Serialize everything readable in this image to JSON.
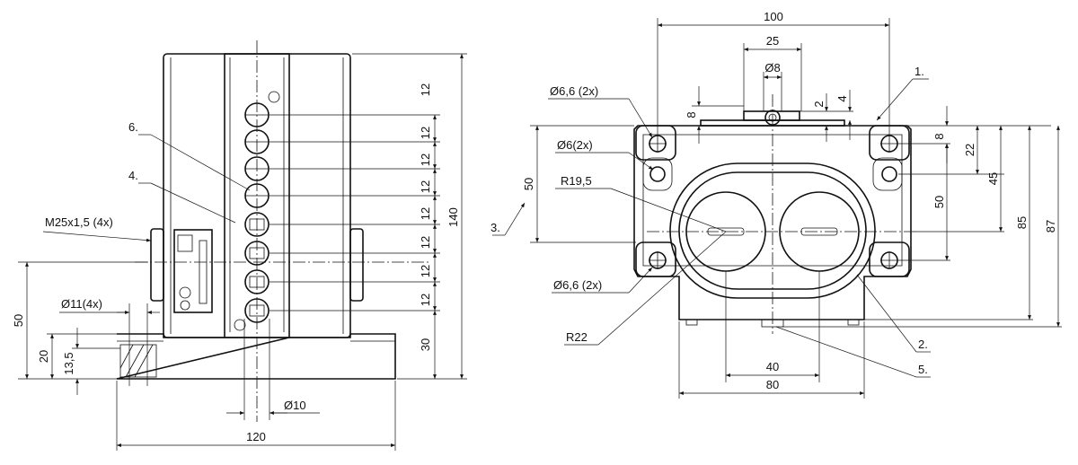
{
  "dimensions_left": {
    "width_120": "120",
    "height_140": "140",
    "height_30": "30",
    "height_50": "50",
    "height_20": "20",
    "height_13_5": "13,5",
    "dia_10": "Ø10",
    "dia_11_4x": "Ø11(4x)",
    "thread": "M25x1,5 (4x)",
    "spacing": [
      "12",
      "12",
      "12",
      "12",
      "12",
      "12",
      "12",
      "12"
    ]
  },
  "dimensions_right": {
    "width_100": "100",
    "width_25": "25",
    "dia_8": "Ø8",
    "dim_2": "2",
    "dim_4": "4",
    "dim_8_top": "8",
    "dim_8_right": "8",
    "dim_22": "22",
    "dim_45": "45",
    "dim_50_right": "50",
    "dim_85": "85",
    "dim_87": "87",
    "dim_50_left": "50",
    "width_40": "40",
    "width_80": "80",
    "hole_66_top": "Ø6,6 (2x)",
    "hole_6": "Ø6(2x)",
    "radius_195": "R19,5",
    "hole_66_bottom": "Ø6,6 (2x)",
    "radius_22": "R22"
  },
  "callouts": {
    "c1": "1.",
    "c2": "2.",
    "c3": "3.",
    "c4": "4.",
    "c5": "5.",
    "c6": "6."
  }
}
